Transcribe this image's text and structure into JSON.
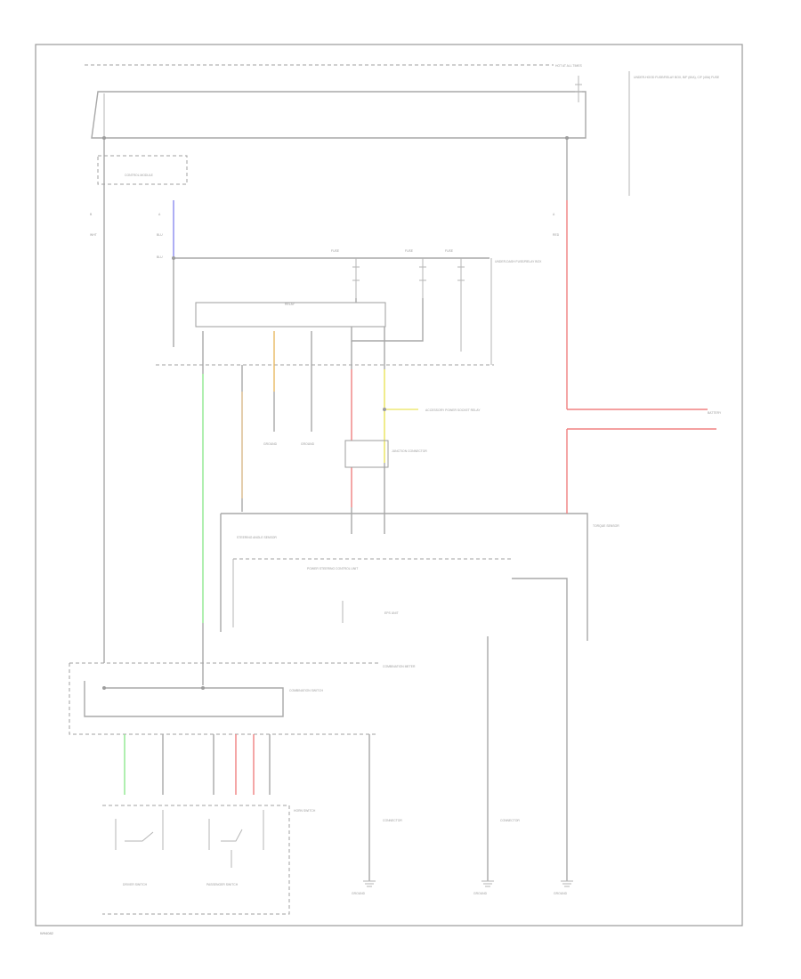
{
  "colors": {
    "red": "#f08080",
    "green": "#8ee88e",
    "yellow": "#e9e35a",
    "orange": "#e8b862",
    "tan": "#d9b88a",
    "blue": "#8c8cf0",
    "wire": "#a8a8a8"
  },
  "labels": {
    "hot_at_all_times": "HOT AT ALL TIMES",
    "fuse_box_under_hood": "UNDER-HOOD FUSE/RELAY BOX, B/F (60A), C/F (40A) FUSE",
    "control_module": "CONTROL MODULE",
    "fuse_box_under_dash": "UNDER-DASH FUSE/RELAY BOX",
    "fuse_a": "FUSE",
    "fuse_b": "FUSE",
    "fuse_c": "FUSE",
    "relay_block": "RELAY",
    "accessory_socket": "ACCESSORY POWER SOCKET RELAY",
    "ground_g1": "GROUND",
    "ground_g2": "GROUND",
    "junction_connector": "JUNCTION CONNECTOR",
    "steering_angle_sensor": "STEERING ANGLE SENSOR",
    "power_steering_control_unit": "POWER STEERING CONTROL UNIT",
    "torque_sensor": "TORQUE SENSOR",
    "battery": "BATTERY",
    "eps_unit": "EPS UNIT",
    "combination_switch": "COMBINATION SWITCH",
    "combination_meter": "COMBINATION METER",
    "horn_switch": "HORN SWITCH",
    "driver_switch": "DRIVER SWITCH",
    "passenger_switch": "PASSENGER SWITCH",
    "connector_right": "CONNECTOR",
    "connector_mid": "CONNECTOR",
    "ground_left": "GROUND",
    "ground_mid": "GROUND",
    "ground_right": "GROUND",
    "figure_id": "W94082"
  }
}
